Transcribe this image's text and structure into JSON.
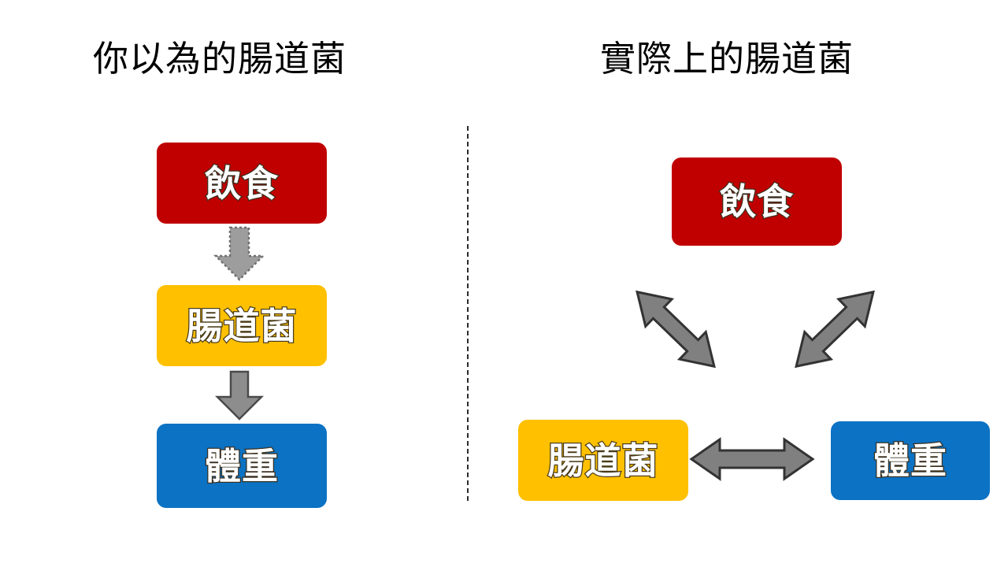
{
  "panels": {
    "left": {
      "title": "你以為的腸道菌",
      "nodes": [
        {
          "label": "飲食",
          "color": "#C00000",
          "role": "diet"
        },
        {
          "label": "腸道菌",
          "color": "#FFC000",
          "role": "gut-bacteria"
        },
        {
          "label": "體重",
          "color": "#0B72C4",
          "role": "body-weight"
        }
      ],
      "connectors": [
        {
          "from": "飲食",
          "to": "腸道菌",
          "direction": "one-way",
          "style": "dotted-outline"
        },
        {
          "from": "腸道菌",
          "to": "體重",
          "direction": "one-way",
          "style": "solid-outline"
        }
      ]
    },
    "right": {
      "title": "實際上的腸道菌",
      "nodes": [
        {
          "label": "飲食",
          "color": "#C00000",
          "role": "diet"
        },
        {
          "label": "腸道菌",
          "color": "#FFC000",
          "role": "gut-bacteria"
        },
        {
          "label": "體重",
          "color": "#0B72C4",
          "role": "body-weight"
        }
      ],
      "connectors": [
        {
          "from": "飲食",
          "to": "腸道菌",
          "direction": "two-way",
          "style": "solid-outline"
        },
        {
          "from": "飲食",
          "to": "體重",
          "direction": "two-way",
          "style": "solid-outline"
        },
        {
          "from": "腸道菌",
          "to": "體重",
          "direction": "two-way",
          "style": "solid-outline"
        }
      ]
    }
  },
  "colors": {
    "red": "#C00000",
    "yellow": "#FFC000",
    "blue": "#0B72C4",
    "arrow_fill": "#808080",
    "arrow_stroke": "#333333",
    "divider": "#2b2b2b",
    "background": "#FFFFFF",
    "text_on_box": "#FFFFFF"
  },
  "divider": {
    "orientation": "vertical",
    "style": "dashed"
  }
}
